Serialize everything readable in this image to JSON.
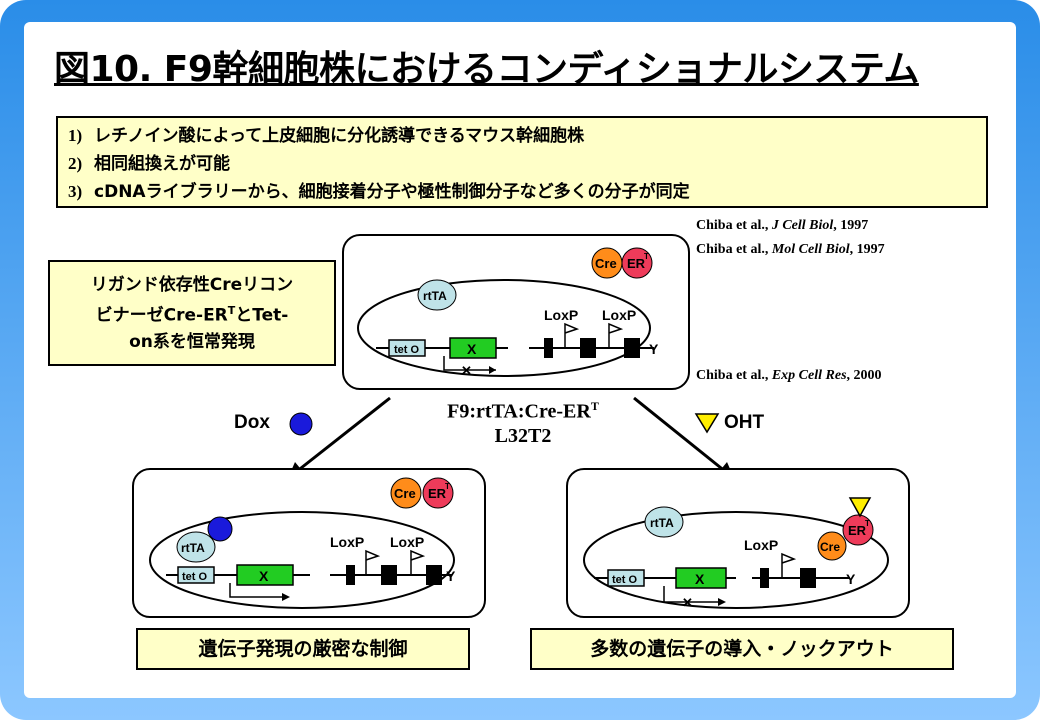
{
  "title": "図10. F9幹細胞株におけるコンディショナルシステム",
  "points": [
    {
      "num": "1)",
      "text": "レチノイン酸によって上皮細胞に分化誘導できるマウス幹細胞株"
    },
    {
      "num": "2)",
      "text": "相同組換えが可能"
    },
    {
      "num": "3)",
      "text": "cDNAライブラリーから、細胞接着分子や極性制御分子など多くの分子が同定"
    }
  ],
  "citations": [
    {
      "authors": "Chiba et al., ",
      "journal": "J Cell Biol",
      "year": ", 1997"
    },
    {
      "authors": "Chiba et al., ",
      "journal": "Mol Cell Biol",
      "year": ", 1997"
    },
    {
      "authors": "Chiba et al., ",
      "journal": "Exp Cell Res",
      "year": ", 2000"
    }
  ],
  "ligand_box": {
    "line1": "リガンド依存性Creリコン",
    "line2_pre": "ビナーゼCre-ER",
    "line2_sup": "T",
    "line2_post": "とTet-",
    "line3": "on系を恒常発現"
  },
  "cell_line": {
    "name": "F9:rtTA:Cre-ER",
    "sup": "T",
    "clone": "L32T2"
  },
  "labels": {
    "dox": "Dox",
    "oht": "OHT",
    "cre": "Cre",
    "er": "ER",
    "er_sup": "T",
    "rtta": "rtTA",
    "teto": "tet O",
    "x": "X",
    "loxp": "LoxP",
    "y": "Y"
  },
  "results": {
    "left": "遺伝子発現の厳密な制御",
    "right": "多数の遺伝子の導入・ノックアウト"
  },
  "colors": {
    "frame": "#2a8de8",
    "yellow_box": "#ffffc8",
    "cre": "#ff8c1a",
    "er": "#ee3b5a",
    "rtta": "#bfe3e8",
    "gene_x": "#22cc22",
    "dox": "#1a1adb",
    "oht": "#ffee00"
  }
}
